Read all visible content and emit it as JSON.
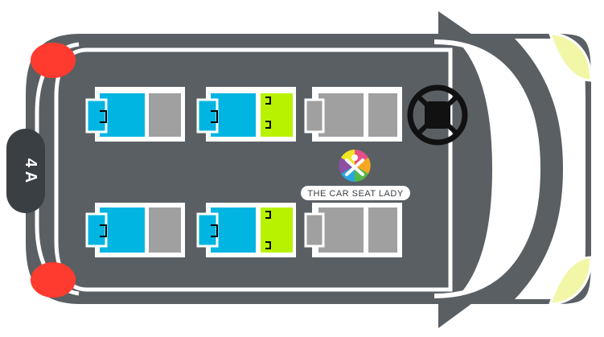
{
  "diagram": {
    "seating_code": "4 A",
    "brand_label": "THE CAR SEAT LADY",
    "seat_rows": [
      {
        "row": 1,
        "positions": [
          {
            "side": "left",
            "car_seat": "rear-facing",
            "occupied": true
          },
          {
            "side": "right",
            "car_seat": "rear-facing with tether anchors",
            "occupied": true
          }
        ]
      },
      {
        "row": 2,
        "positions": [
          {
            "side": "left",
            "car_seat": "rear-facing",
            "occupied": true
          },
          {
            "side": "right",
            "car_seat": "rear-facing with tether anchors",
            "occupied": true
          }
        ]
      },
      {
        "row": "front",
        "positions": [
          {
            "side": "driver",
            "car_seat": "none",
            "steering_wheel": true
          },
          {
            "side": "passenger",
            "car_seat": "none"
          }
        ]
      }
    ],
    "direction": "forward-right"
  },
  "colors": {
    "car_body": "#5a5f64",
    "car_outline": "#ffffff",
    "tail_light": "#ff3b30",
    "head_light": "#f2f7a8",
    "seat_blue": "#00b5e2",
    "seat_green": "#b8f200",
    "seat_gray": "#a0a0a0",
    "badge_dark": "#3a3f44",
    "wheel": "#111111"
  },
  "logo_colors": [
    "#e84e8a",
    "#f7a823",
    "#54b848",
    "#2aa6df",
    "#8b4fa3",
    "#f0e623"
  ]
}
